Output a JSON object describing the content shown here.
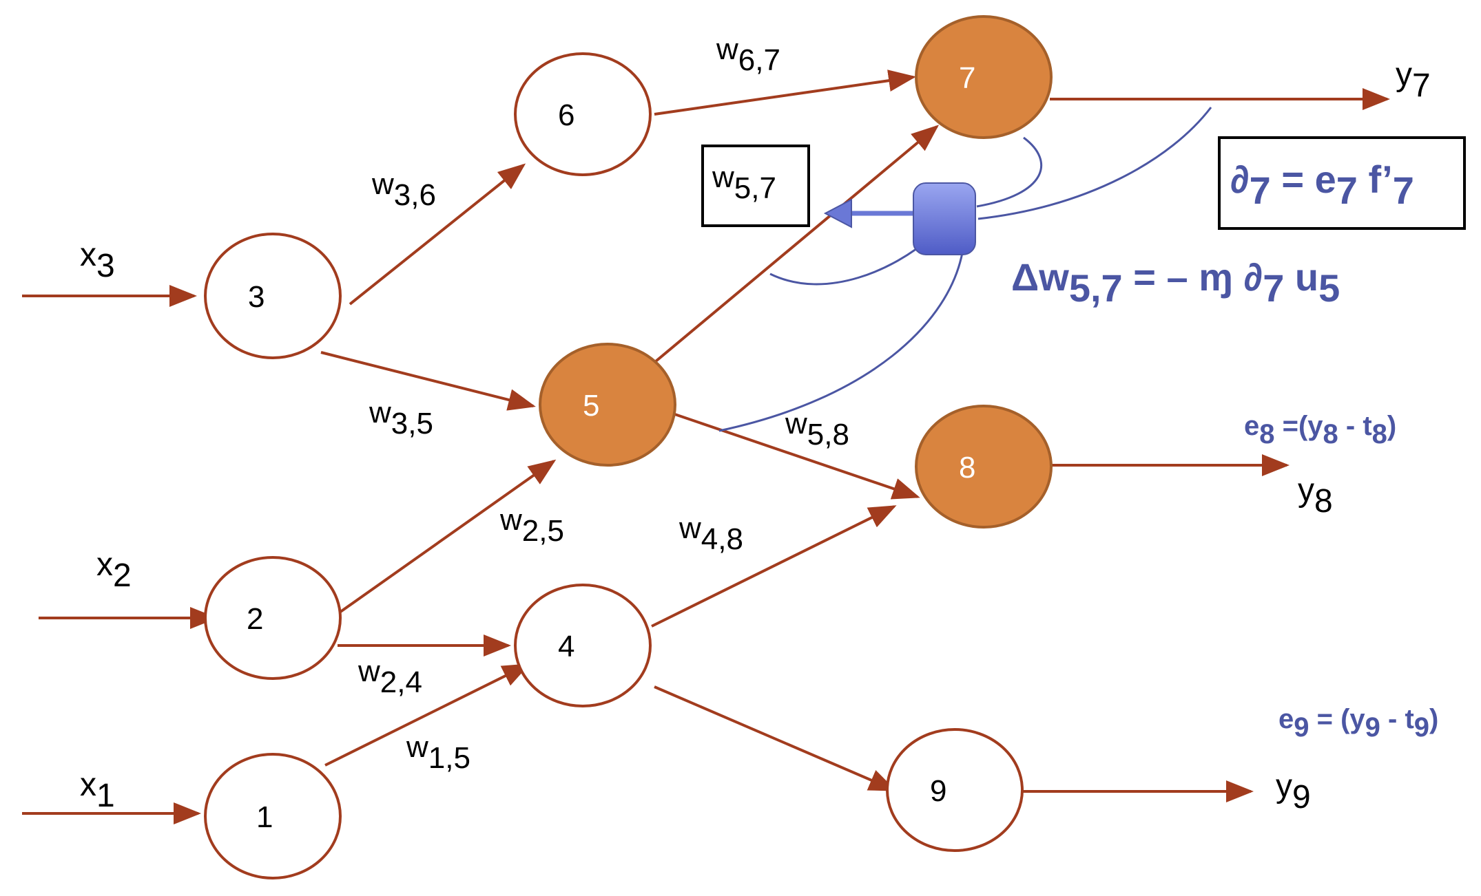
{
  "colors": {
    "edge": "#a23c1e",
    "node_active_fill": "#d9843f",
    "node_active_stroke": "#a5602a",
    "node_stroke": "#a23c1e",
    "node_fill": "#ffffff",
    "feedback": "#4b56a3",
    "feedback_box": "#6a78d6"
  },
  "nodes": {
    "n1": "1",
    "n2": "2",
    "n3": "3",
    "n4": "4",
    "n5": "5",
    "n6": "6",
    "n7": "7",
    "n8": "8",
    "n9": "9"
  },
  "inputs": {
    "x1": {
      "base": "x",
      "sub": "1"
    },
    "x2": {
      "base": "x",
      "sub": "2"
    },
    "x3": {
      "base": "x",
      "sub": "3"
    }
  },
  "outputs": {
    "y7": {
      "base": "y",
      "sub": "7"
    },
    "y8": {
      "base": "y",
      "sub": "8"
    },
    "y9": {
      "base": "y",
      "sub": "9"
    }
  },
  "weights": {
    "w36": {
      "base": "w",
      "sub": "3,6"
    },
    "w35": {
      "base": "w",
      "sub": "3,5"
    },
    "w67": {
      "base": "w",
      "sub": "6,7"
    },
    "w57": {
      "base": "w",
      "sub": "5,7"
    },
    "w58": {
      "base": "w",
      "sub": "5,8"
    },
    "w25": {
      "base": "w",
      "sub": "2,5"
    },
    "w24": {
      "base": "w",
      "sub": "2,4"
    },
    "w48": {
      "base": "w",
      "sub": "4,8"
    },
    "w15": {
      "base": "w",
      "sub": "1,5"
    }
  },
  "formulas": {
    "delta7": {
      "d": "∂",
      "d_sub": "7",
      "eq": " =  e",
      "e_sub": "7",
      "f": " f’",
      "f_sub": "7"
    },
    "dw57": {
      "lead": "Δw",
      "lead_sub": "5,7",
      "mid": " = – ɱ ∂",
      "mid_sub": "7",
      "u": " u",
      "u_sub": "5"
    },
    "e8": {
      "e": "e",
      "e_sub": "8",
      "rest1": " =(y",
      "y_sub": "8",
      "rest2": " - t",
      "t_sub": "8",
      "close": ")"
    },
    "e9": {
      "e": "e",
      "e_sub": "9",
      "rest1": " = (y",
      "y_sub": "9",
      "rest2": " - t",
      "t_sub": "9",
      "close": ")"
    }
  }
}
